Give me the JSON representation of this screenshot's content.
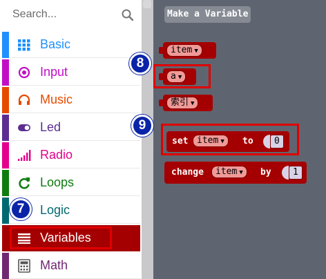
{
  "search": {
    "placeholder": "Search..."
  },
  "categories": [
    {
      "label": "Basic",
      "color": "#1e90ff",
      "icon": "grid-icon"
    },
    {
      "label": "Input",
      "color": "#c20dc6",
      "icon": "circle-dot-icon"
    },
    {
      "label": "Music",
      "color": "#e64a00",
      "icon": "headphones-icon"
    },
    {
      "label": "Led",
      "color": "#5c2d91",
      "icon": "toggle-icon"
    },
    {
      "label": "Radio",
      "color": "#e3008c",
      "icon": "signal-bars-icon"
    },
    {
      "label": "Loops",
      "color": "#107c10",
      "icon": "refresh-icon"
    },
    {
      "label": "Logic",
      "color": "#006970",
      "icon": "shuffle-icon"
    },
    {
      "label": "Variables",
      "color": "#a50001",
      "icon": "list-icon",
      "selected": true
    },
    {
      "label": "Math",
      "color": "#712672",
      "icon": "calculator-icon"
    }
  ],
  "flyout": {
    "make_variable": "Make a Variable",
    "var_blocks": [
      "item",
      "a",
      "索引"
    ],
    "set_block": {
      "kw": "set",
      "var": "item",
      "to": "to",
      "value": "0"
    },
    "change_block": {
      "kw": "change",
      "var": "item",
      "by": "by",
      "value": "1"
    }
  },
  "badges": {
    "b7": "7",
    "b8": "8",
    "b9": "9"
  },
  "colors": {
    "variables": "#a50001",
    "flyout_bg": "#5f6570",
    "highlight": "#e00000",
    "badge": "#0a24a8"
  }
}
